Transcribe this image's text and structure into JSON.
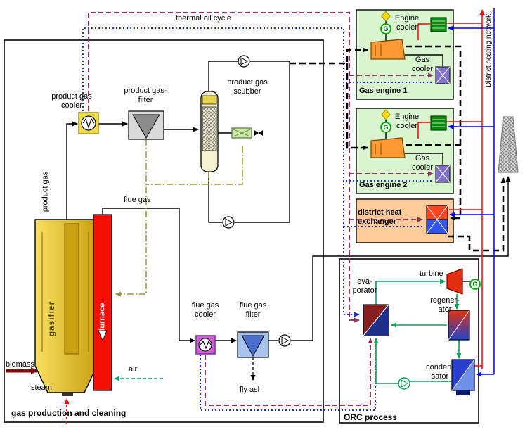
{
  "colors": {
    "thermal_oil_supply": "#993366",
    "thermal_oil_return": "#2233bb",
    "district_heating_hot": "#ff0000",
    "district_heating_cold": "#0000ff",
    "orc_loop": "#00a550",
    "air_line": "#009977",
    "flue_recirculation": "#999933",
    "biomass_line": "#7a1010",
    "engine_box_bg": "#d8f5d0",
    "dhe_box_bg": "#ffcc99",
    "gasifier_fill": "#e8c22e",
    "furnace_fill": "#f50f00"
  },
  "labels": {
    "thermal_oil_cycle": "thermal oil cycle",
    "product_gas_cooler": {
      "l1": "product gas",
      "l2": "cooler"
    },
    "product_gas_filter": {
      "l1": "product gas-",
      "l2": "filter"
    },
    "product_gas_scrubber": {
      "l1": "product gas",
      "l2": "scubber"
    },
    "product_gas_pipe": "product gas",
    "flue_gas": "flue gas",
    "gasifier": "gasifier",
    "furnace": "furnace",
    "biomass": "biomass",
    "steam": "steam",
    "air": "air",
    "flue_gas_cooler": {
      "l1": "flue gas",
      "l2": "cooler"
    },
    "flue_gas_filter": {
      "l1": "flue gas",
      "l2": "filter"
    },
    "fly_ash": "fly ash",
    "section_left": "gas production and cleaning",
    "district_heating_network": "District heating network",
    "engine_cooler": {
      "l1": "Engine",
      "l2": "cooler"
    },
    "gas_cooler": {
      "l1": "Gas",
      "l2": "cooler"
    },
    "gas_engine_1": "Gas engine 1",
    "gas_engine_2": "Gas engine 2",
    "district_heat_exchanger": {
      "l1": "district heat",
      "l2": "exchanger"
    },
    "evaporator": {
      "l1": "eva-",
      "l2": "porator"
    },
    "turbine": "turbine",
    "regenerator": {
      "l1": "regener-",
      "l2": "ator"
    },
    "condensator": {
      "l1": "conden-",
      "l2": "sator"
    },
    "orc_process": "ORC process",
    "generator": "G"
  }
}
